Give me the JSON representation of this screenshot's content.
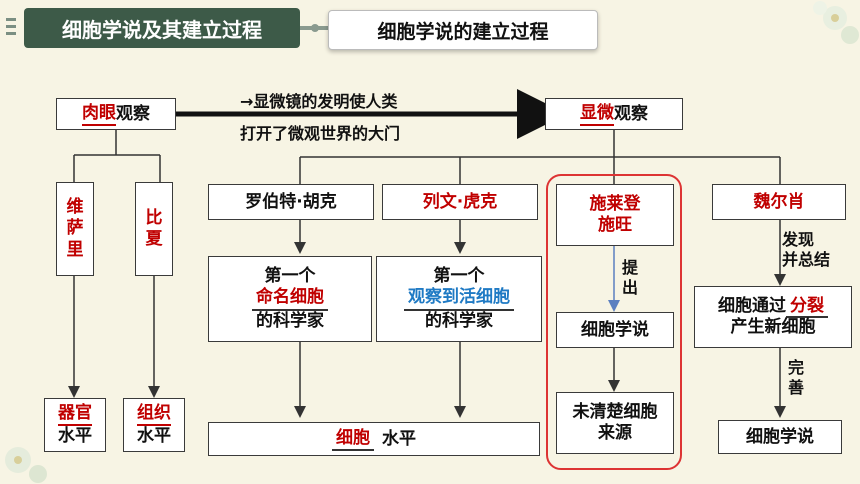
{
  "header": {
    "title": "细胞学说及其建立过程",
    "subtitle": "细胞学说的建立过程"
  },
  "top": {
    "left_box_red": "肉眼",
    "left_box_rest": "观察",
    "arrow_label_line1": "→显微镜的发明使人类",
    "arrow_label_line2": "打开了微观世界的大门",
    "right_box_red": "显微",
    "right_box_rest": "观察"
  },
  "left_branch": {
    "vesalius": [
      "维",
      "萨",
      "里"
    ],
    "bichat": [
      "比",
      "夏"
    ],
    "organ_red": "器官",
    "organ_level": "水平",
    "tissue_red": "组织",
    "tissue_level": "水平"
  },
  "scientists": {
    "hooke": "罗伯特·胡克",
    "leeuwenhoek": "列文·虎克",
    "schleiden_schwann_line1": "施莱登",
    "schleiden_schwann_line2": "施旺",
    "virchow": "魏尔肖"
  },
  "achievements": {
    "hooke_line1": "第一个",
    "hooke_line2": "命名细胞",
    "hooke_line3": "的科学家",
    "leeu_line1": "第一个",
    "leeu_line2": "观察到活细胞",
    "leeu_line3": "的科学家",
    "cell_red": "细胞",
    "cell_level": "水平"
  },
  "schleiden_column": {
    "proposed": [
      "提",
      "出"
    ],
    "theory": "细胞学说",
    "unclear_line1": "未清楚细胞",
    "unclear_line2": "来源"
  },
  "virchow_column": {
    "found_line1": "发现",
    "found_line2": "并总结",
    "division_prefix": "细胞通过",
    "division_red": "分裂",
    "division_suffix": "产生新细胞",
    "perfected": [
      "完",
      "善"
    ],
    "theory": "细胞学说"
  },
  "colors": {
    "header_green": "#3d5a48",
    "accent_red": "#c00000",
    "accent_blue": "#1f7ac4",
    "background": "#f7f4e4"
  }
}
